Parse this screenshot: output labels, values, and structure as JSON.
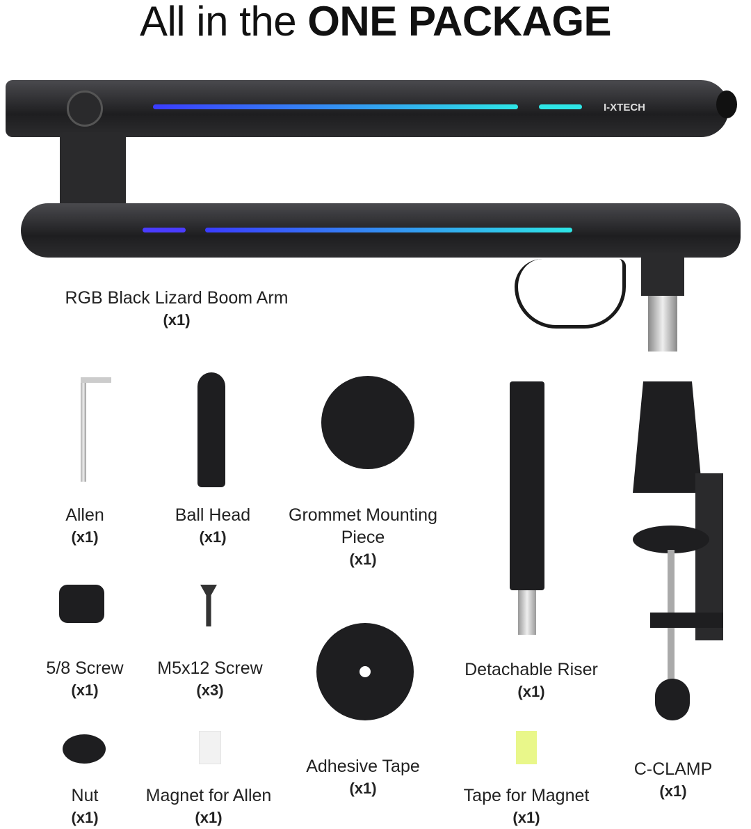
{
  "title": {
    "prefix": "All in the",
    "emphasis": "ONE PACKAGE"
  },
  "brand_logo": "I-XTECH",
  "colors": {
    "led_blue": "#3a3cff",
    "led_cyan": "#2ee6e6",
    "product_black": "#1e1e20"
  },
  "items": [
    {
      "name": "RGB Black Lizard Boom Arm",
      "qty": "(x1)"
    },
    {
      "name": "Allen",
      "qty": "(x1)"
    },
    {
      "name": "Ball Head",
      "qty": "(x1)"
    },
    {
      "name": "Grommet Mounting Piece",
      "qty": "(x1)"
    },
    {
      "name": "5/8 Screw",
      "qty": "(x1)"
    },
    {
      "name": "M5x12 Screw",
      "qty": "(x3)"
    },
    {
      "name": "Detachable Riser",
      "qty": "(x1)"
    },
    {
      "name": "Adhesive Tape",
      "qty": "(x1)"
    },
    {
      "name": "Nut",
      "qty": "(x1)"
    },
    {
      "name": "Magnet for Allen",
      "qty": "(x1)"
    },
    {
      "name": "Tape for Magnet",
      "qty": "(x1)"
    },
    {
      "name": "C-CLAMP",
      "qty": "(x1)"
    }
  ]
}
